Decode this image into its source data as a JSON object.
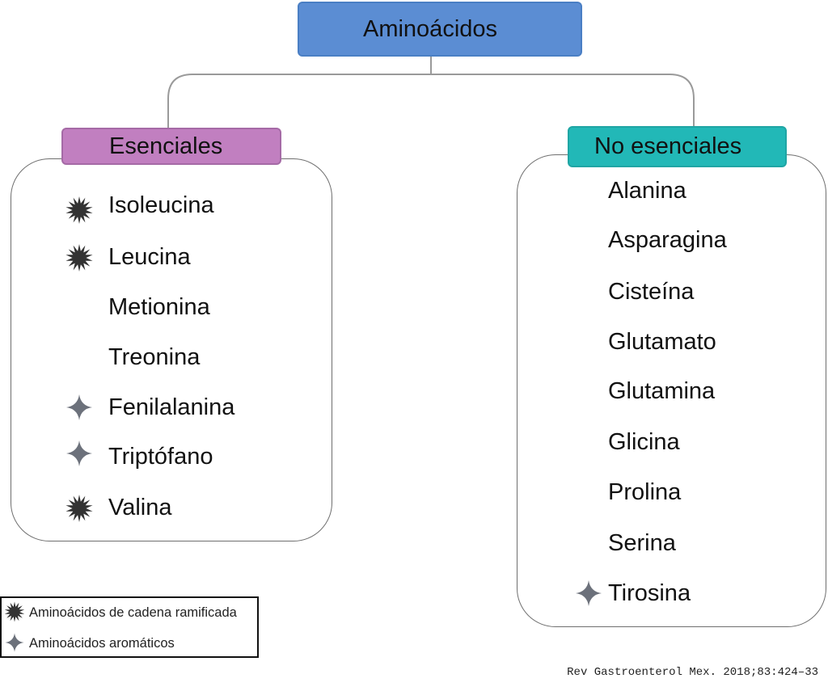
{
  "colors": {
    "root_fill": "#5b8dd3",
    "essential_fill": "#c17fc0",
    "nonessential_fill": "#22b8b7",
    "connector": "#9a9a9a",
    "branched_icon": "#333333",
    "aromatic_icon": "#6c717b"
  },
  "root": {
    "label": "Aminoácidos"
  },
  "essential": {
    "label": "Esenciales",
    "items": [
      {
        "name": "Isoleucina",
        "icon": "starburst-icon"
      },
      {
        "name": "Leucina",
        "icon": "starburst-icon"
      },
      {
        "name": "Metionina",
        "icon": ""
      },
      {
        "name": "Treonina",
        "icon": ""
      },
      {
        "name": "Fenilalanina",
        "icon": "four-point-star-icon"
      },
      {
        "name": "Triptófano",
        "icon": "four-point-star-icon"
      },
      {
        "name": "Valina",
        "icon": "starburst-icon"
      }
    ]
  },
  "nonessential": {
    "label": "No esenciales",
    "items": [
      {
        "name": "Alanina",
        "icon": ""
      },
      {
        "name": "Asparagina",
        "icon": ""
      },
      {
        "name": "Cisteína",
        "icon": ""
      },
      {
        "name": "Glutamato",
        "icon": ""
      },
      {
        "name": "Glutamina",
        "icon": ""
      },
      {
        "name": "Glicina",
        "icon": ""
      },
      {
        "name": "Prolina",
        "icon": ""
      },
      {
        "name": "Serina",
        "icon": ""
      },
      {
        "name": "Tirosina",
        "icon": "four-point-star-icon"
      }
    ]
  },
  "legend": {
    "branched": {
      "label": "Aminoácidos de cadena ramificada",
      "icon": "starburst-icon"
    },
    "aromatic": {
      "label": "Aminoácidos aromáticos",
      "icon": "four-point-star-icon"
    }
  },
  "citation": "Rev Gastroenterol Mex. 2018;83:424–33"
}
